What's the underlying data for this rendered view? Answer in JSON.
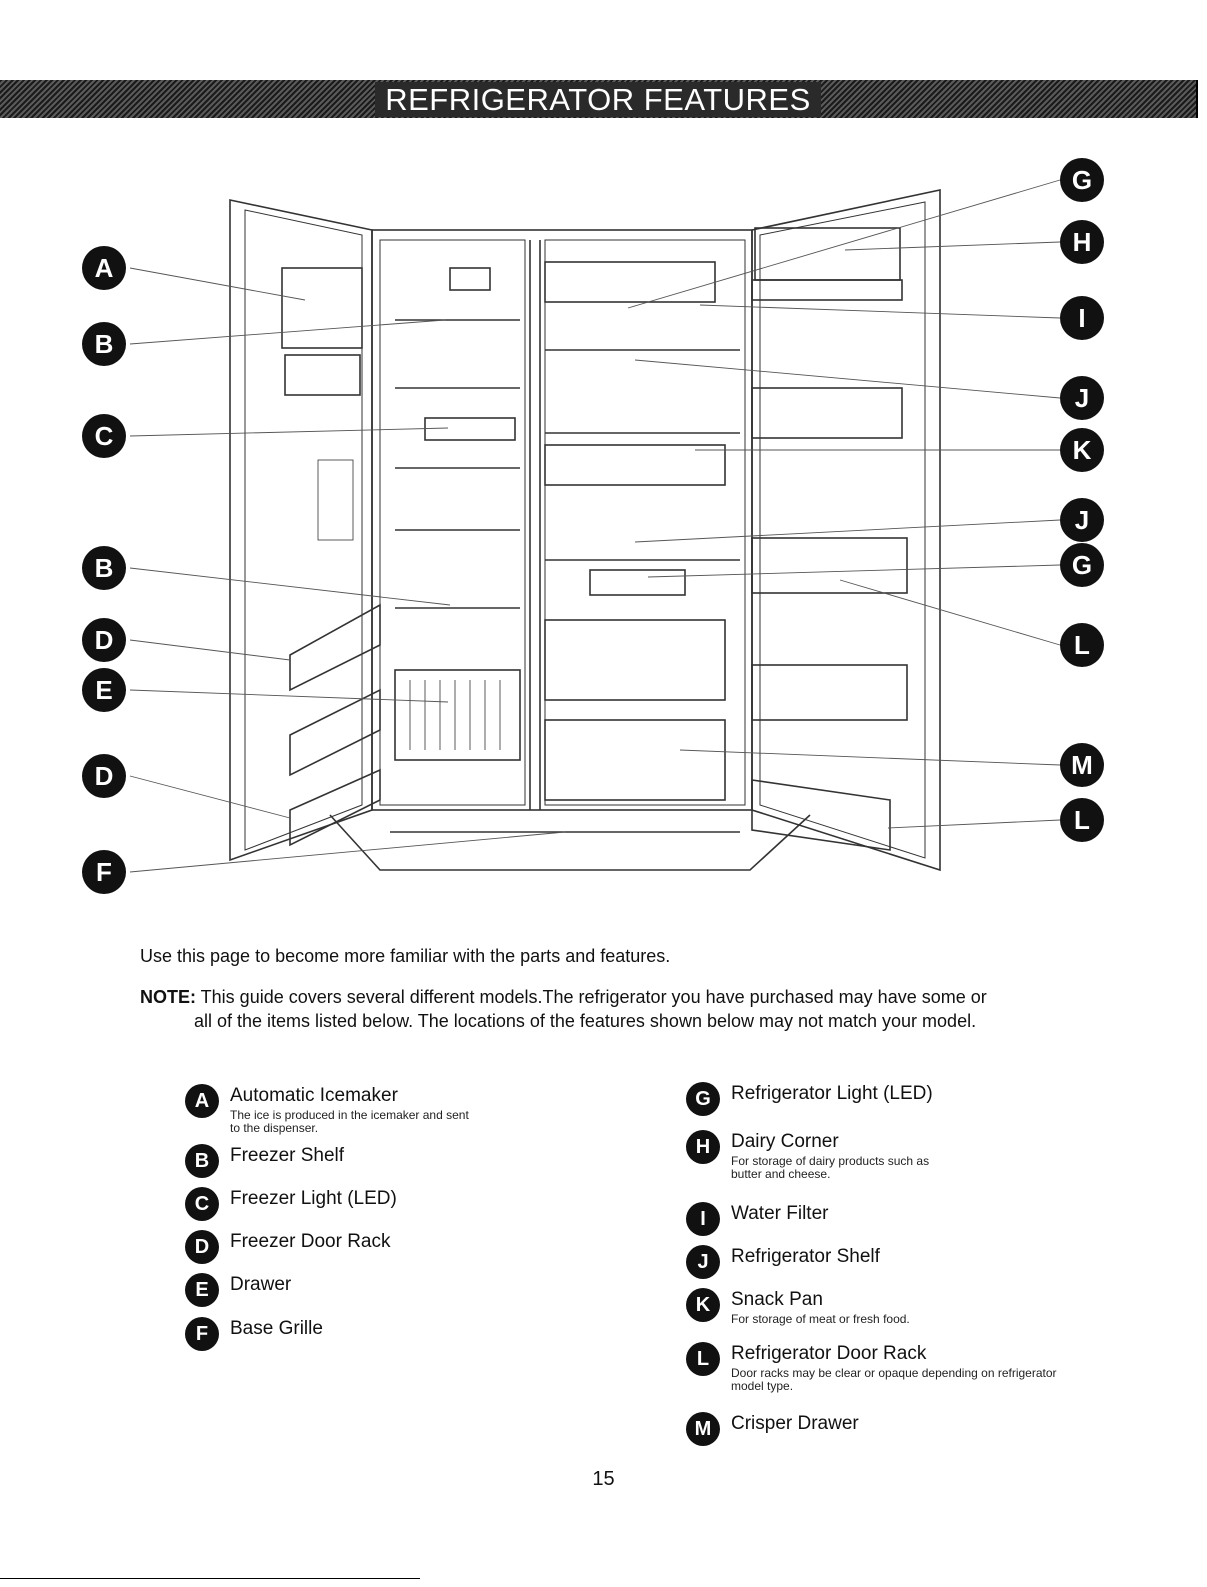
{
  "header": {
    "title": "REFRIGERATOR FEATURES"
  },
  "diagram": {
    "callouts_left": [
      "A",
      "B",
      "C",
      "B",
      "D",
      "E",
      "D",
      "F"
    ],
    "callouts_right": [
      "G",
      "H",
      "I",
      "J",
      "K",
      "J",
      "G",
      "L",
      "M",
      "L"
    ]
  },
  "intro": "Use this page to become more familiar with the parts and features.",
  "note": {
    "label": "NOTE:",
    "line1": " This guide covers several different models.The refrigerator you have purchased may have some or",
    "line2": "all of the items listed below. The locations of the features shown below may not match your model."
  },
  "legend_left": [
    {
      "letter": "A",
      "name": "Automatic Icemaker",
      "desc": "The ice is produced in the icemaker and sent to the dispenser."
    },
    {
      "letter": "B",
      "name": "Freezer Shelf",
      "desc": ""
    },
    {
      "letter": "C",
      "name": "Freezer Light (LED)",
      "desc": ""
    },
    {
      "letter": "D",
      "name": "Freezer Door Rack",
      "desc": ""
    },
    {
      "letter": "E",
      "name": "Drawer",
      "desc": ""
    },
    {
      "letter": "F",
      "name": "Base Grille",
      "desc": ""
    }
  ],
  "legend_right": [
    {
      "letter": "G",
      "name": "Refrigerator Light (LED)",
      "desc": ""
    },
    {
      "letter": "H",
      "name": "Dairy Corner",
      "desc": "For storage of dairy products such as butter and cheese."
    },
    {
      "letter": "I",
      "name": "Water Filter",
      "desc": ""
    },
    {
      "letter": "J",
      "name": "Refrigerator Shelf",
      "desc": ""
    },
    {
      "letter": "K",
      "name": "Snack Pan",
      "desc": "For storage of meat or fresh food."
    },
    {
      "letter": "L",
      "name": "Refrigerator Door Rack",
      "desc": "Door racks may be clear or opaque depending on refrigerator model type."
    },
    {
      "letter": "M",
      "name": "Crisper Drawer",
      "desc": ""
    }
  ],
  "page_number": "15"
}
